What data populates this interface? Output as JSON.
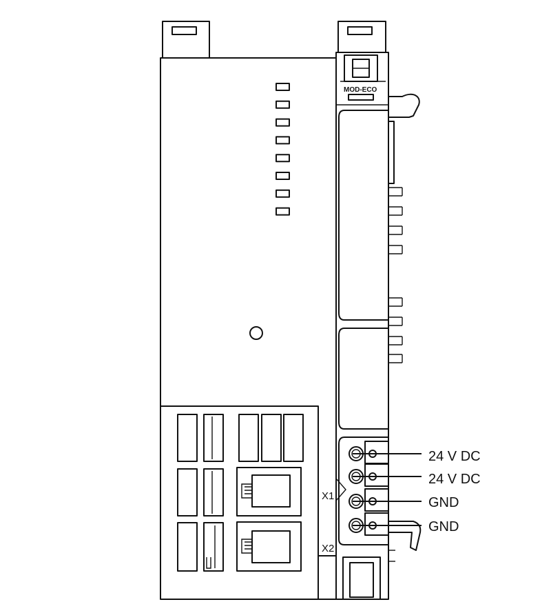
{
  "device": {
    "brand_label": "MOD-ECO",
    "led_count": 8
  },
  "connectors": {
    "x1_label": "X1",
    "x2_label": "X2"
  },
  "terminals": [
    {
      "label": "24 V DC"
    },
    {
      "label": "24 V DC"
    },
    {
      "label": "GND"
    },
    {
      "label": "GND"
    }
  ],
  "colors": {
    "line": "#111111",
    "background": "#ffffff"
  }
}
